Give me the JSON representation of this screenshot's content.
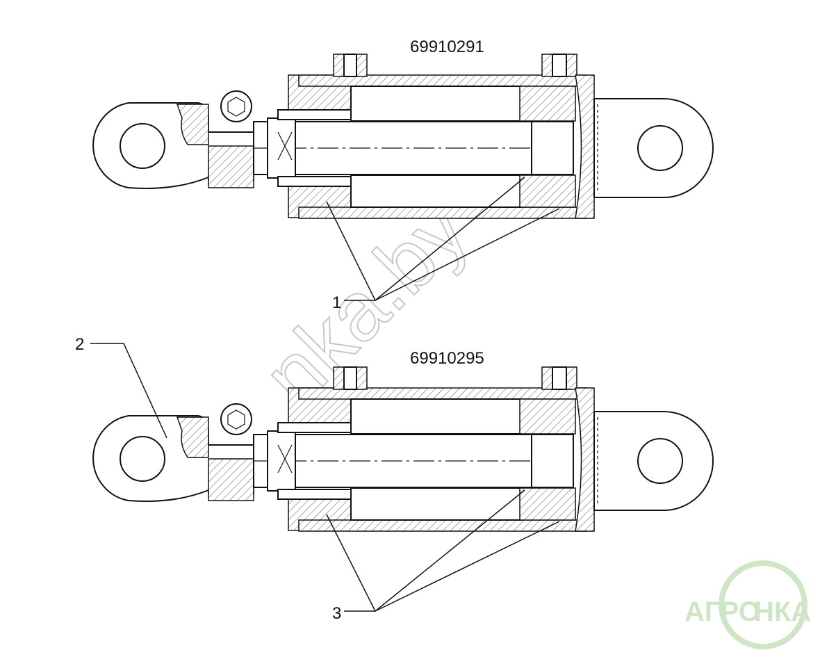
{
  "assemblies": [
    {
      "part_number": "69910291"
    },
    {
      "part_number": "69910295"
    }
  ],
  "callouts": [
    {
      "number": "1"
    },
    {
      "number": "2"
    },
    {
      "number": "3"
    }
  ],
  "watermark": {
    "text": "nka.by"
  },
  "logo": {
    "left": "АГРО",
    "right": "НКА"
  },
  "colors": {
    "line": "#111111",
    "logo": "#cfe6c6",
    "watermark": "#c8c8c8"
  }
}
